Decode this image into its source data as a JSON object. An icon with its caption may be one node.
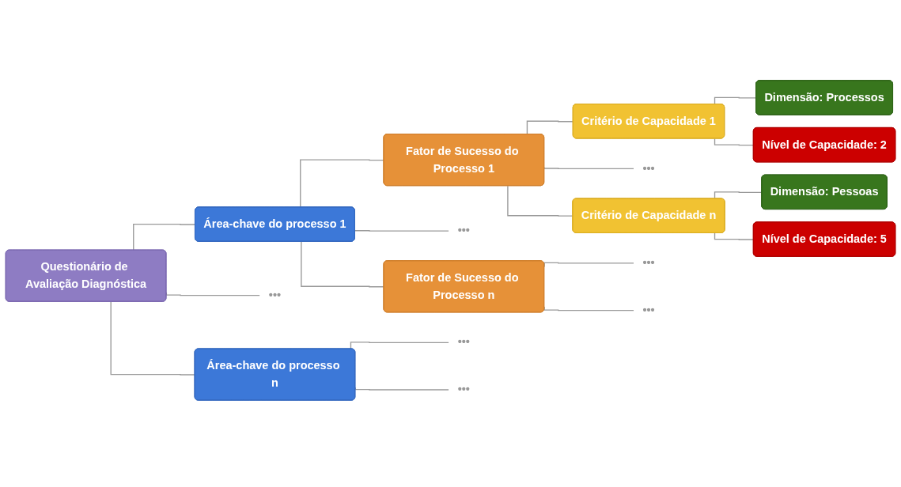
{
  "diagram": {
    "nodes": [
      {
        "text": [
          "Questionário de Avaliação Diagnóstica"
        ]
      },
      {
        "text": [
          "Área-chave do processo 1"
        ]
      },
      {
        "text": [
          "•••"
        ]
      },
      {
        "text": [
          "Área-chave do processo n"
        ]
      },
      {
        "text": [
          "Fator de Sucesso do Processo 1"
        ]
      },
      {
        "text": [
          "•••"
        ]
      },
      {
        "text": [
          "Fator de Sucesso do Processo n"
        ]
      },
      {
        "text": [
          "•••"
        ]
      },
      {
        "text": [
          "•••"
        ]
      },
      {
        "text": [
          "Critério de Capacidade 1"
        ]
      },
      {
        "text": [
          "•••"
        ]
      },
      {
        "text": [
          "Critério de Capacidade n"
        ]
      },
      {
        "text": [
          "•••"
        ]
      },
      {
        "text": [
          "•••"
        ]
      },
      {
        "text": [
          "Dimensão: Processos"
        ]
      },
      {
        "text": [
          "Nível de Capacidade: 2"
        ]
      },
      {
        "text": [
          "Dimensão: Pessoas"
        ]
      },
      {
        "text": [
          "Nível de Capacidade: 5"
        ]
      }
    ],
    "edges": [
      {
        "from": 0,
        "to": 1,
        "arrow": "none"
      },
      {
        "from": 0,
        "to": 2,
        "arrow": "none"
      },
      {
        "from": 0,
        "to": 3,
        "arrow": "none"
      },
      {
        "from": 1,
        "to": 4,
        "arrow": "none"
      },
      {
        "from": 1,
        "to": 5,
        "arrow": "none"
      },
      {
        "from": 1,
        "to": 6,
        "arrow": "none"
      },
      {
        "from": 3,
        "to": 7,
        "arrow": "none"
      },
      {
        "from": 3,
        "to": 8,
        "arrow": "none"
      },
      {
        "from": 4,
        "to": 9,
        "arrow": "none"
      },
      {
        "from": 4,
        "to": 10,
        "arrow": "none"
      },
      {
        "from": 4,
        "to": 11,
        "arrow": "none"
      },
      {
        "from": 6,
        "to": 12,
        "arrow": "none"
      },
      {
        "from": 6,
        "to": 13,
        "arrow": "none"
      },
      {
        "from": 9,
        "to": 14,
        "arrow": "none"
      },
      {
        "from": 9,
        "to": 15,
        "arrow": "none"
      },
      {
        "from": 11,
        "to": 16,
        "arrow": "none"
      },
      {
        "from": 11,
        "to": 17,
        "arrow": "none"
      }
    ]
  }
}
